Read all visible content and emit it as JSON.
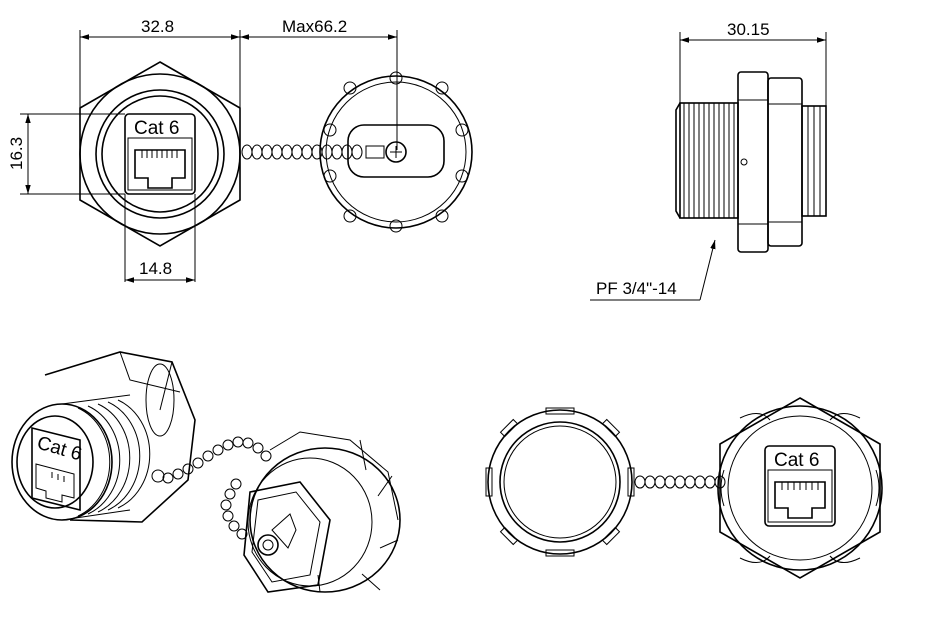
{
  "dimensions": {
    "body_width": "32.8",
    "max_length": "Max66.2",
    "jack_height": "16.3",
    "jack_width": "14.8",
    "side_width": "30.15",
    "thread": "PF 3/4\"-14"
  },
  "labels": {
    "front_jack": "Cat 6",
    "iso_jack": "Cat 6",
    "bottom_jack": "Cat 6"
  }
}
